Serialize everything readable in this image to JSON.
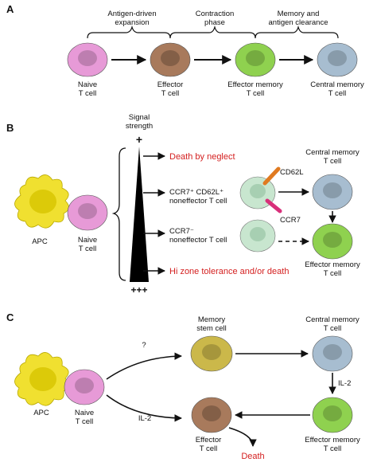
{
  "colors": {
    "naive": "#e79ad7",
    "effector": "#a87a5c",
    "effector_memory": "#8fd14f",
    "central_memory": "#a7bdd0",
    "memory_stem": "#cbb84a",
    "apc": "#f0e030",
    "ccr7_pos": "#c8e6cf",
    "cd62l": "#e07a20",
    "ccr7_bar": "#d8307a",
    "death_text": "#d42020"
  },
  "panel_a": {
    "letter": "A",
    "phase_1": "Antigen-driven",
    "phase_1b": "expansion",
    "phase_2": "Contraction",
    "phase_2b": "phase",
    "phase_3": "Memory and",
    "phase_3b": "antigen clearance",
    "naive_1": "Naive",
    "naive_2": "T cell",
    "effector_1": "Effector",
    "effector_2": "T cell",
    "em_1": "Effector memory",
    "em_2": "T cell",
    "cm_1": "Central memory",
    "cm_2": "T cell"
  },
  "panel_b": {
    "letter": "B",
    "signal_1": "Signal",
    "signal_2": "strength",
    "plus": "+",
    "plus3": "+++",
    "apc": "APC",
    "naive_1": "Naive",
    "naive_2": "T cell",
    "death_neglect": "Death by neglect",
    "ccr7pos_1": "CCR7⁺ CD62L⁺",
    "ccr7pos_2": "noneffector T cell",
    "ccr7neg_1": "CCR7⁻",
    "ccr7neg_2": "noneffector T cell",
    "hi_zone": "Hi zone tolerance and/or death",
    "cd62l": "CD62L",
    "ccr7": "CCR7",
    "cm_1": "Central memory",
    "cm_2": "T cell",
    "em_1": "Effector memory",
    "em_2": "T cell"
  },
  "panel_c": {
    "letter": "C",
    "apc": "APC",
    "naive_1": "Naive",
    "naive_2": "T cell",
    "question": "?",
    "il2_left": "IL-2",
    "stem_1": "Memory",
    "stem_2": "stem cell",
    "cm_1": "Central memory",
    "cm_2": "T cell",
    "il2_right": "IL-2",
    "em_1": "Effector memory",
    "em_2": "T cell",
    "eff_1": "Effector",
    "eff_2": "T cell",
    "death": "Death"
  }
}
